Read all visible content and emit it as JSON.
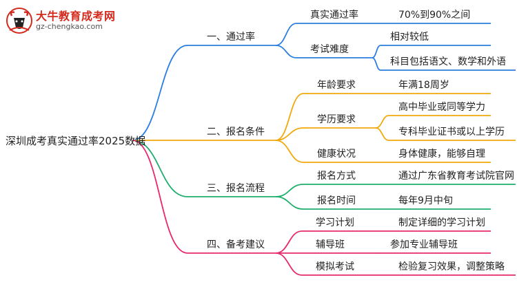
{
  "logo": {
    "title": "大牛教育成考网",
    "url": "gz-chengkao.com"
  },
  "root": "深圳成考真实通过率2025数据",
  "branches": [
    {
      "label": "一、通过率",
      "color": "#2a7de1",
      "children": [
        {
          "label": "真实通过率",
          "leaves": [
            "70%到90%之间"
          ]
        },
        {
          "label": "考试难度",
          "leaves": [
            "相对较低",
            "科目包括语文、数学和外语"
          ]
        }
      ]
    },
    {
      "label": "二、报名条件",
      "color": "#f0a80a",
      "children": [
        {
          "label": "年龄要求",
          "leaves": [
            "年满18周岁"
          ]
        },
        {
          "label": "学历要求",
          "leaves": [
            "高中毕业或同等学力",
            "专科毕业证书或以上学历"
          ]
        },
        {
          "label": "健康状况",
          "leaves": [
            "身体健康，能够自理"
          ]
        }
      ]
    },
    {
      "label": "三、报名流程",
      "color": "#1cae6a",
      "children": [
        {
          "label": "报名方式",
          "leaves": [
            "通过广东省教育考试院官网"
          ]
        },
        {
          "label": "报名时间",
          "leaves": [
            "每年9月中旬"
          ]
        }
      ]
    },
    {
      "label": "四、备考建议",
      "color": "#e8286e",
      "children": [
        {
          "label": "学习计划",
          "leaves": [
            "制定详细的学习计划"
          ]
        },
        {
          "label": "辅导班",
          "leaves": [
            "参加专业辅导班"
          ]
        },
        {
          "label": "模拟考试",
          "leaves": [
            "检验复习效果，调整策略"
          ]
        }
      ]
    }
  ]
}
